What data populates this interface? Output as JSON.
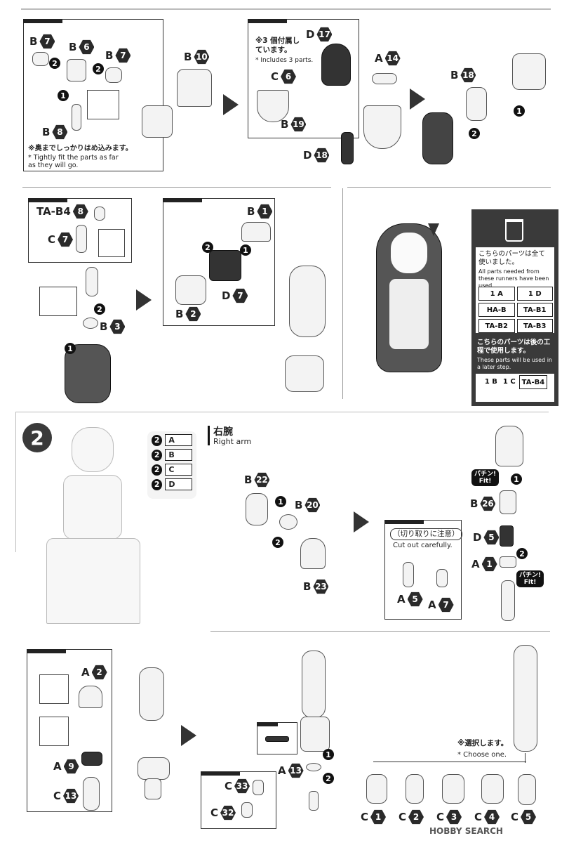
{
  "step1a": {
    "labels": [
      "B",
      "7",
      "B",
      "6",
      "B",
      "7",
      "B",
      "8",
      "B",
      "10"
    ],
    "note_jp": "※奥までしっかりはめ込みます。",
    "note_en": "* Tightly fit the parts as far as they will go."
  },
  "step1b": {
    "note_jp": "※3 個付属しています。",
    "note_en": "* Includes 3 parts.",
    "parts": {
      "d17": "17",
      "c6": "6",
      "b19": "19",
      "a14": "14",
      "d18": "18",
      "b18": "18"
    }
  },
  "step1c": {
    "ta_b4": "TA-B4",
    "n8": "8",
    "c7": "7",
    "b3": "3",
    "b1": "1",
    "b2": "2",
    "d7": "7"
  },
  "info": {
    "used_jp": "こちらのパーツは全て使いました。",
    "used_en": "All parts needed from these runners have been used.",
    "chips": [
      "1 A",
      "1 D",
      "HA-B",
      "TA-B1",
      "TA-B2",
      "TA-B3"
    ],
    "later_jp": "こちらのパーツは後の工程で使用します。",
    "later_en": "These parts will be used in a later step.",
    "later_chips": [
      "1 B",
      "1 C",
      "TA-B4"
    ]
  },
  "step2": {
    "number": "2",
    "runners": [
      "A",
      "B",
      "C",
      "D"
    ],
    "title_jp": "右腕",
    "title_en": "Right arm",
    "parts": {
      "b22": "22",
      "b20": "20",
      "b23": "23",
      "b26": "26",
      "d5": "5",
      "a1": "1",
      "a5": "5",
      "a7": "7"
    },
    "cut_jp": "（切り取りに注意）",
    "cut_en": "Cut out carefully.",
    "fit_jp": "パチン!",
    "fit_en": "Fit!"
  },
  "step3": {
    "parts": {
      "a2": "2",
      "a9": "9",
      "c13": "13",
      "a13": "13",
      "c33": "33",
      "c32": "32"
    },
    "choose_jp": "※選択します。",
    "choose_en": "* Choose one.",
    "hands": [
      "1",
      "2",
      "3",
      "4",
      "5"
    ]
  },
  "watermark": "HOBBY SEARCH"
}
